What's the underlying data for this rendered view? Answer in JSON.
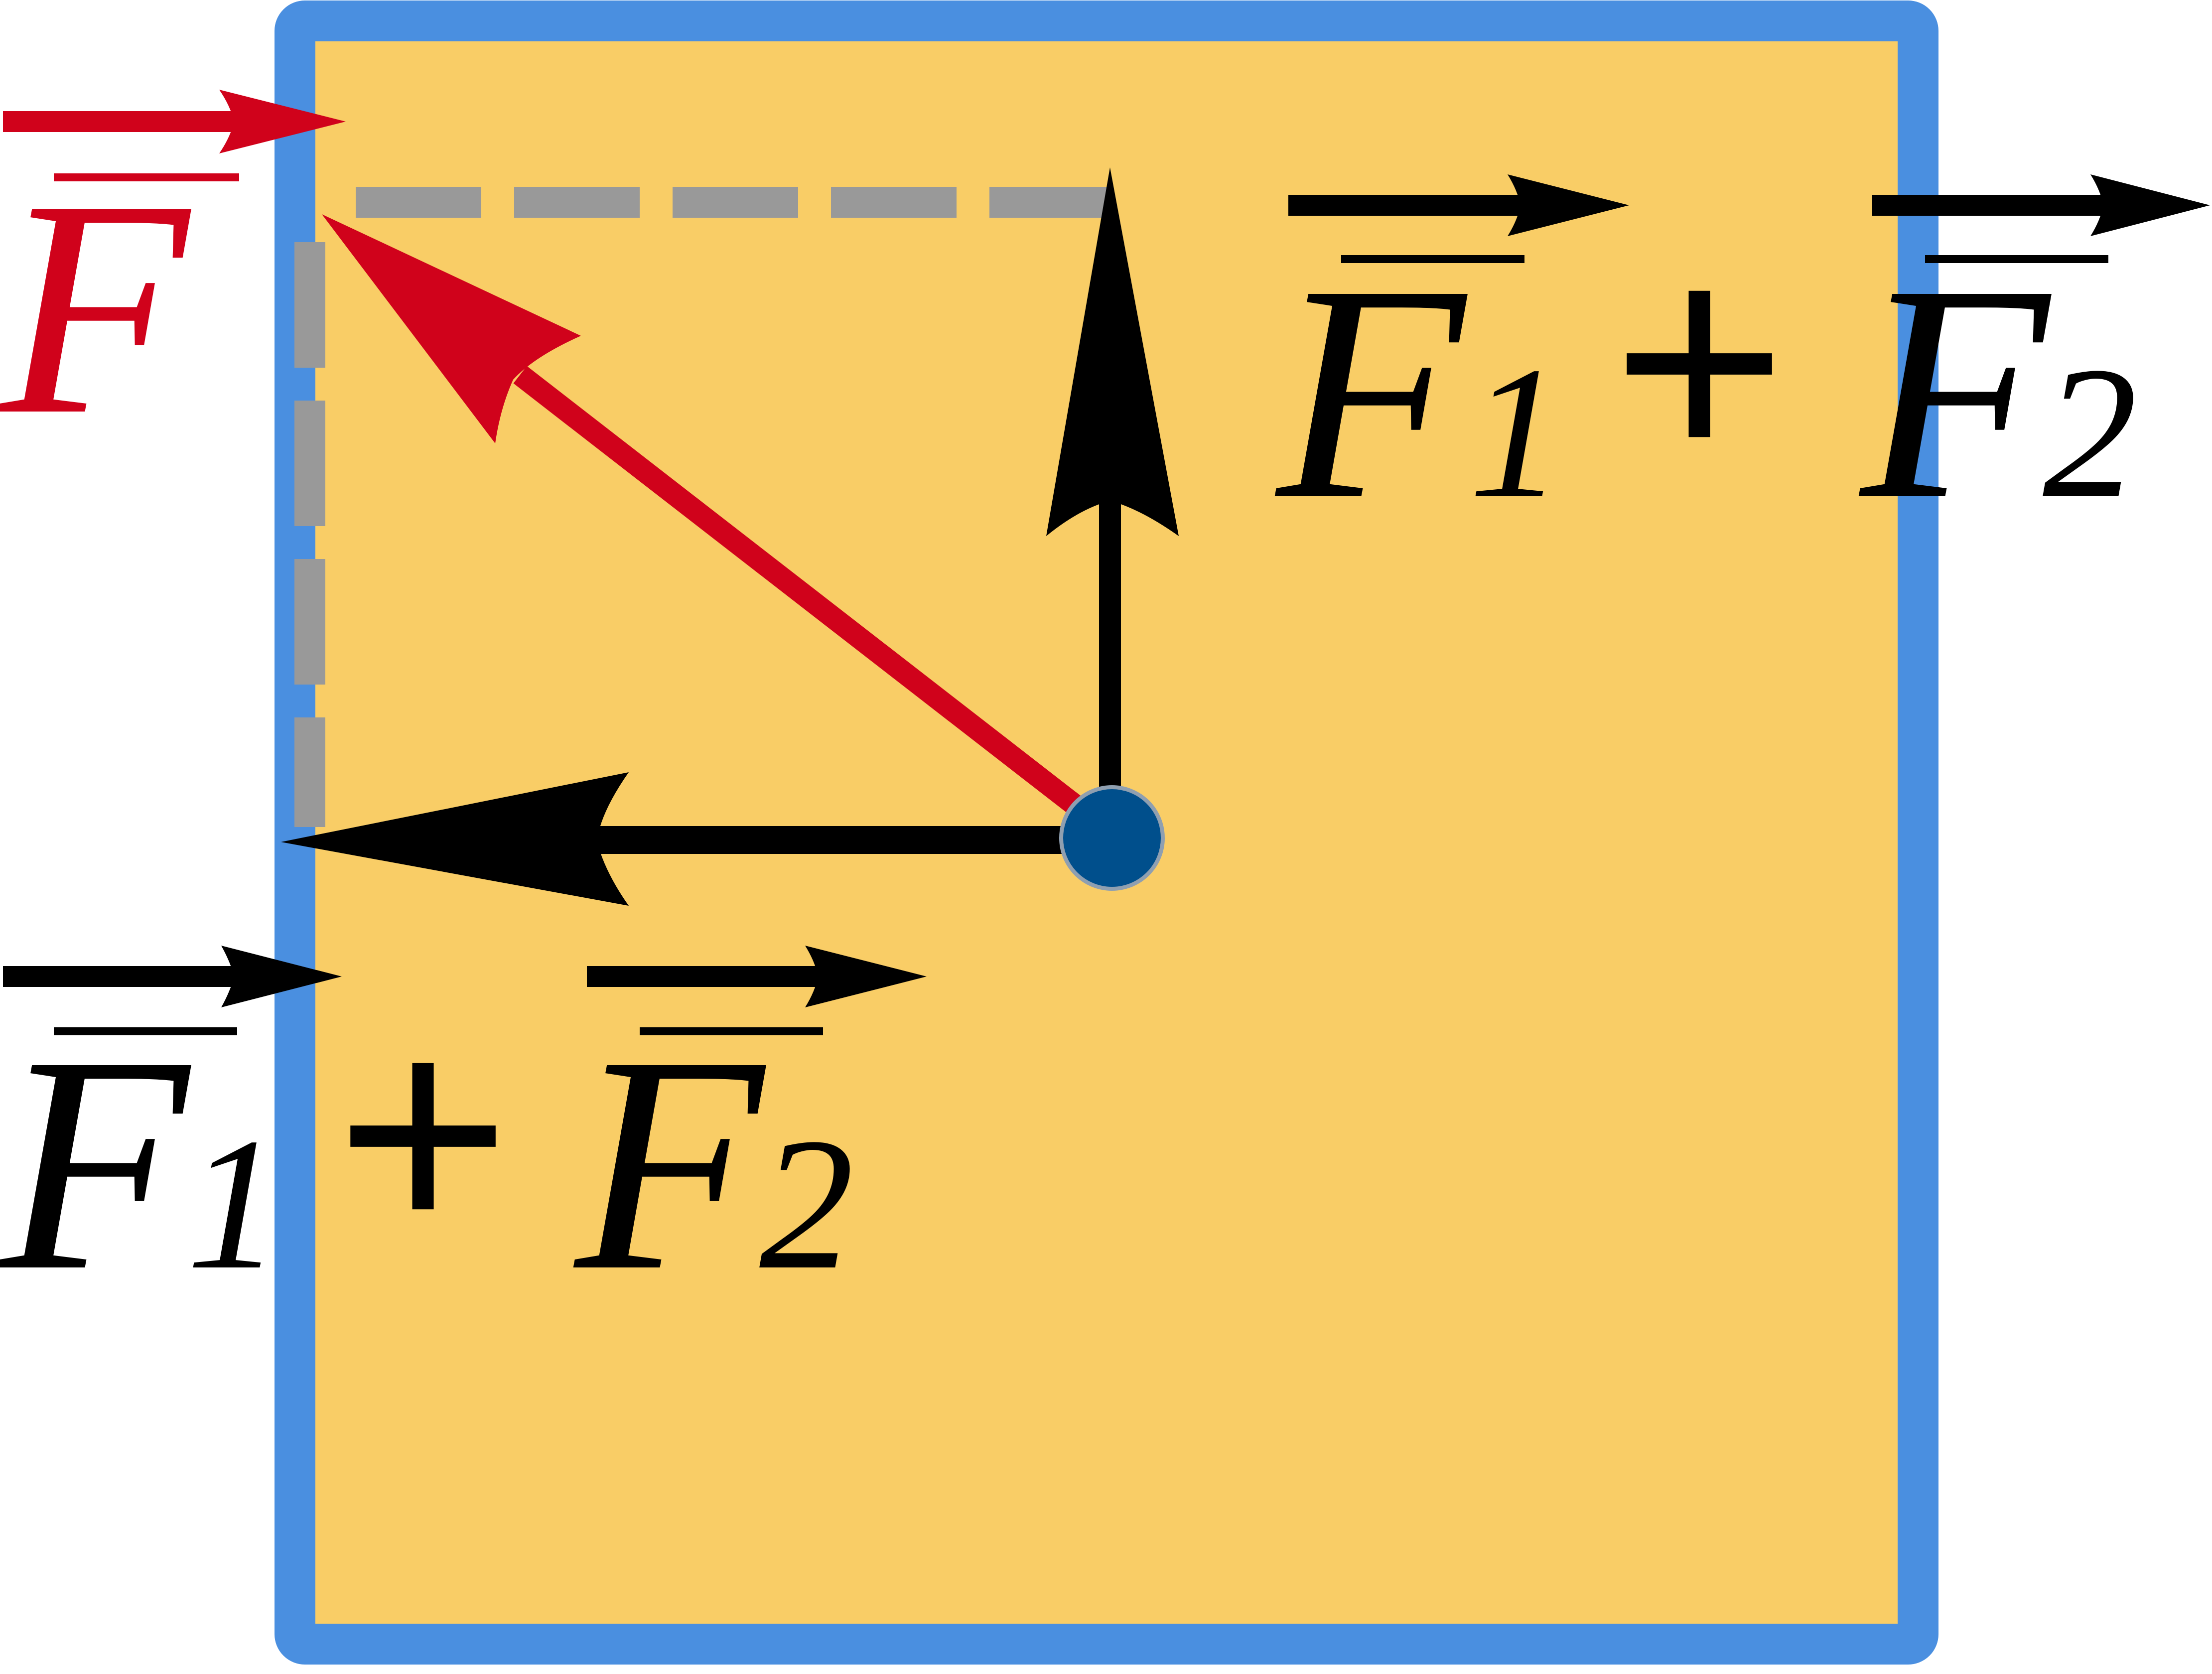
{
  "colors": {
    "panel_fill": "#f9cd66",
    "panel_border": "#4a8fe0",
    "resultant": "#d0021b",
    "component": "#000000",
    "guide": "#999999",
    "origin_dot": "#004f8c"
  },
  "labels": {
    "resultant": {
      "symbol": "F"
    },
    "sum_top": {
      "first": "F",
      "first_sub": "1",
      "operator": "+",
      "second": "F",
      "second_sub": "2"
    },
    "sum_bottom": {
      "first": "F",
      "first_sub": "1",
      "operator": "+",
      "second": "F",
      "second_sub": "2"
    }
  }
}
